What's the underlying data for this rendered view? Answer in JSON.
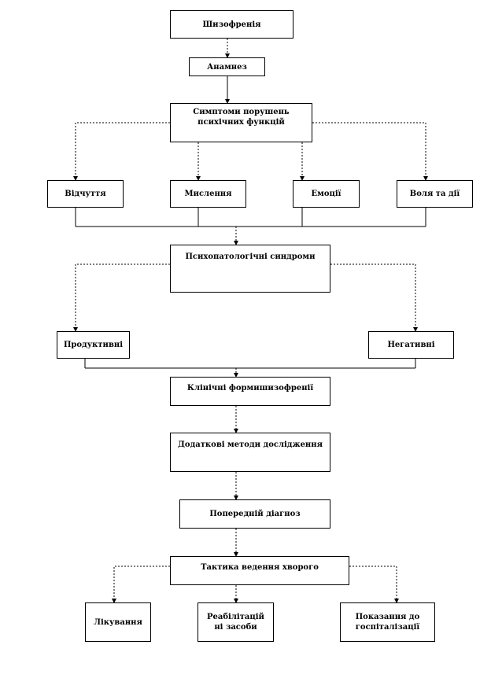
{
  "nodes": {
    "schizophrenia": "Шизофренія",
    "anamnesis": "Анамнез",
    "symptoms": "Симптоми порушень\nпсихічних  функцій",
    "perception": "Відчуття",
    "thinking": "Мислення",
    "emotions": "Емоції",
    "will": "Воля та дії",
    "syndromes": "Психопатологічні  синдроми",
    "productive": "Продуктивні",
    "negative": "Негативні",
    "clinical_forms": "Клінічні  формишизофренії",
    "additional_methods": "Додаткові  методи дослідження",
    "prelim_diagnosis": "Попередній діагноз",
    "tactics": "Тактика ведення хворого",
    "treatment": "Лікування",
    "rehab": "Реабілітацій\nні засоби",
    "hospitalization": "Показання до\nгоспіталізації"
  }
}
